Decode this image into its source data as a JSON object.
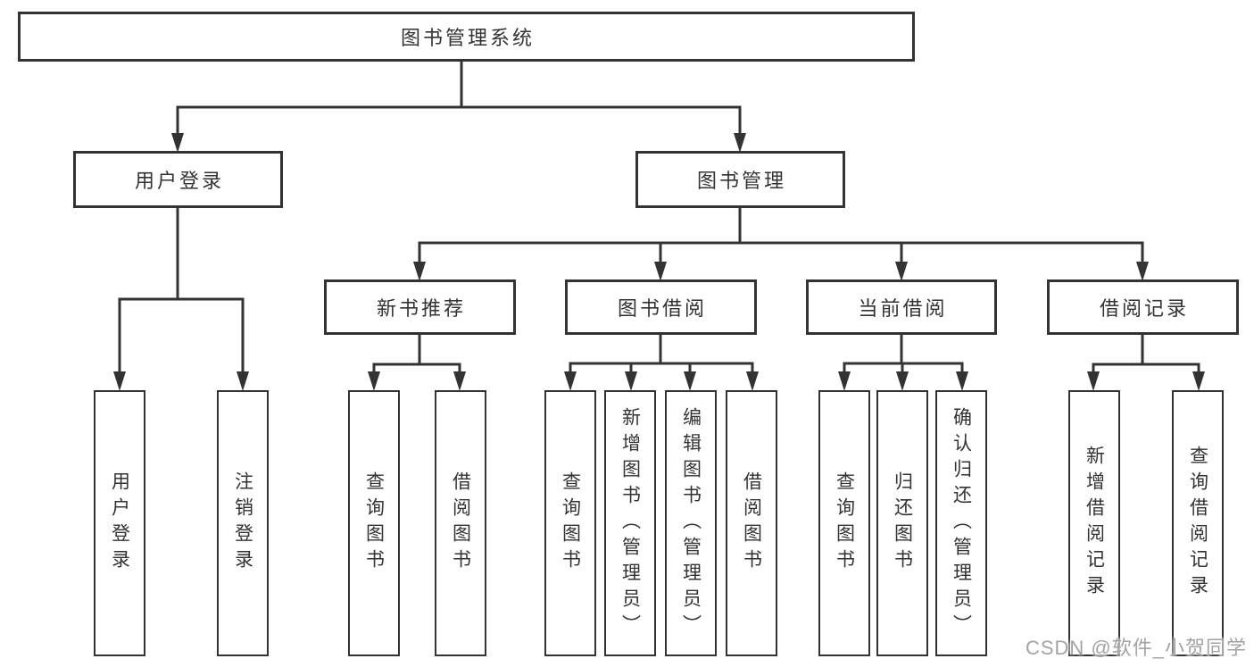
{
  "title": {
    "label": "图书管理系统"
  },
  "level2": {
    "user_login": {
      "label": "用户登录"
    },
    "book_mgmt": {
      "label": "图书管理"
    }
  },
  "level3": {
    "new_book": {
      "label": "新书推荐"
    },
    "borrowing": {
      "label": "图书借阅"
    },
    "current": {
      "label": "当前借阅"
    },
    "records": {
      "label": "借阅记录"
    }
  },
  "leaves": {
    "ul_login": {
      "label": "用户登录"
    },
    "ul_logout": {
      "label": "注销登录"
    },
    "nb_query": {
      "label": "查询图书"
    },
    "nb_borrow": {
      "label": "借阅图书"
    },
    "bb_query": {
      "label": "查询图书"
    },
    "bb_add": {
      "label": "新增图书（管理员）"
    },
    "bb_edit": {
      "label": "编辑图书（管理员）"
    },
    "bb_borrow": {
      "label": "借阅图书"
    },
    "cb_query": {
      "label": "查询图书"
    },
    "cb_return": {
      "label": "归还图书"
    },
    "cb_confirm": {
      "label": "确认归还（管理员）"
    },
    "rec_add": {
      "label": "新增借阅记录"
    },
    "rec_query": {
      "label": "查询借阅记录"
    }
  },
  "watermark": {
    "text": "CSDN @软件_小贺同学"
  },
  "colors": {
    "line": "#333333",
    "box_border": "#333333",
    "text": "#333333",
    "background": "#ffffff",
    "watermark": "#a3a3a3"
  }
}
